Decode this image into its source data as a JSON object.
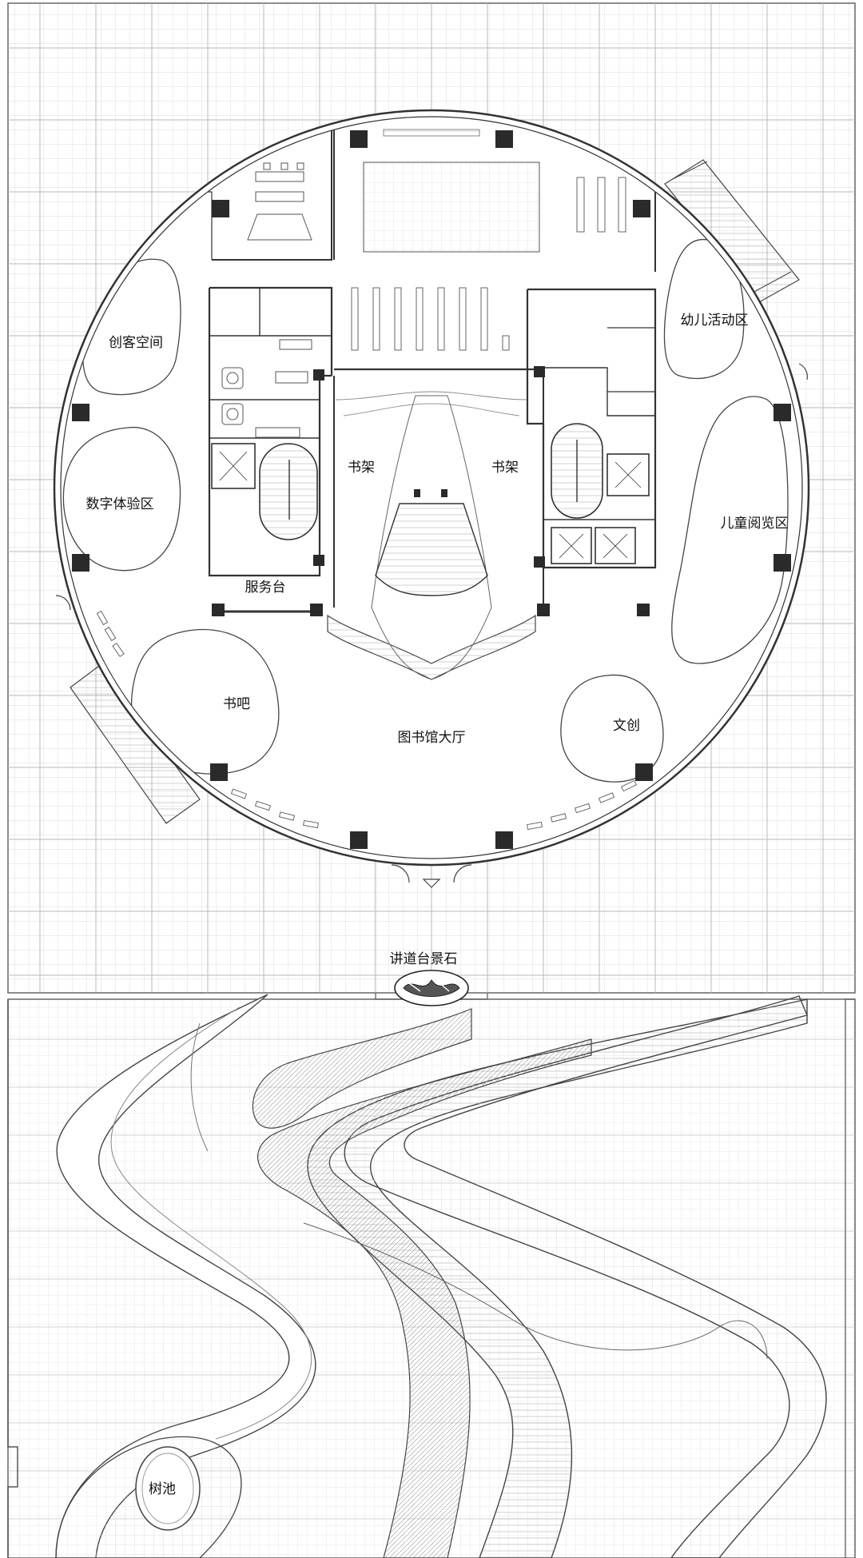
{
  "labels": {
    "maker_space": "创客空间",
    "digital_zone": "数字体验区",
    "service_desk": "服务台",
    "shelf_left": "书架",
    "shelf_right": "书架",
    "toddler_zone": "幼儿活动区",
    "children_reading": "儿童阅览区",
    "book_bar": "书吧",
    "library_hall": "图书馆大厅",
    "cultural_creative": "文创",
    "lecture_stone": "讲道台景石",
    "tree_pool": "树池"
  },
  "colors": {
    "line": "#333333",
    "grid": "#c8c8c8",
    "column": "#2a2a2a",
    "paper": "#ffffff"
  }
}
